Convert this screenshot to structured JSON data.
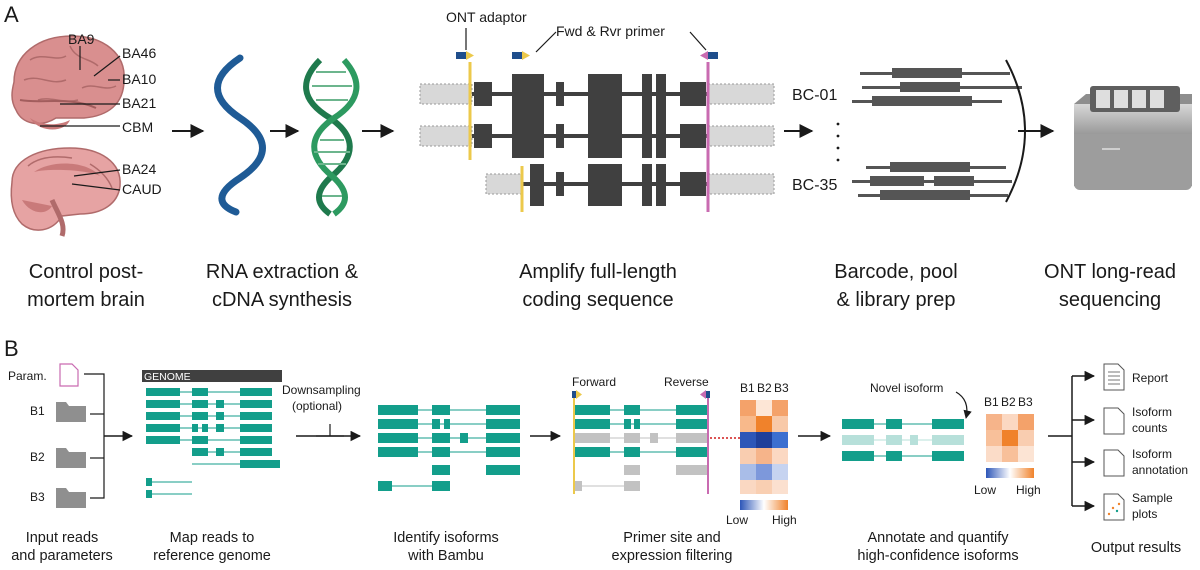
{
  "panel_a": {
    "letter": "A",
    "brain_labels": [
      "BA9",
      "BA46",
      "BA10",
      "BA21",
      "CBM",
      "BA24",
      "CAUD"
    ],
    "ont_adaptor": "ONT adaptor",
    "primer": "Fwd & Rvr primer",
    "barcode_top": "BC-01",
    "barcode_bottom": "BC-35",
    "captions": {
      "brain": [
        "Control post-",
        "mortem brain"
      ],
      "rna": [
        "RNA extraction &",
        "cDNA synthesis"
      ],
      "amplify": [
        "Amplify full-length",
        "coding sequence"
      ],
      "barcode": [
        "Barcode, pool",
        "& library prep"
      ],
      "ont": [
        "ONT long-read",
        "sequencing"
      ]
    }
  },
  "panel_b": {
    "letter": "B",
    "inputs": [
      "Param.",
      "B1",
      "B2",
      "B3"
    ],
    "genome_label": "GENOME",
    "downsampling": [
      "Downsampling",
      "(optional)"
    ],
    "forward": "Forward",
    "reverse": "Reverse",
    "heatmap_cols": [
      "B1",
      "B2",
      "B3"
    ],
    "low": "Low",
    "high": "High",
    "novel_isoform": "Novel isoform",
    "outputs": [
      {
        "label": [
          "Report"
        ],
        "icon": "report-icon"
      },
      {
        "label": [
          "Isoform",
          "counts"
        ],
        "icon": "document-icon"
      },
      {
        "label": [
          "Isoform",
          "annotation"
        ],
        "icon": "document-icon"
      },
      {
        "label": [
          "Sample",
          "plots"
        ],
        "icon": "scatter-plot-icon"
      }
    ],
    "captions": {
      "input": [
        "Input reads",
        "and parameters"
      ],
      "map": [
        "Map reads to",
        "reference genome"
      ],
      "identify": [
        "Identify isoforms",
        "with Bambu"
      ],
      "primer": [
        "Primer site and",
        "expression filtering"
      ],
      "annotate": [
        "Annotate and quantify",
        "high-confidence isoforms"
      ],
      "output": [
        "Output results"
      ]
    }
  },
  "colors": {
    "teal": "#139e8b",
    "light_teal": "#b7e0da",
    "grey_exon": "#c2c2c2",
    "dark_exon": "#404040",
    "yellow_line": "#ecc94b",
    "pink_line": "#c96bb1",
    "orange": "#f0822b",
    "blue": "#2d56b8",
    "brain_pink": "#d98f8f"
  }
}
